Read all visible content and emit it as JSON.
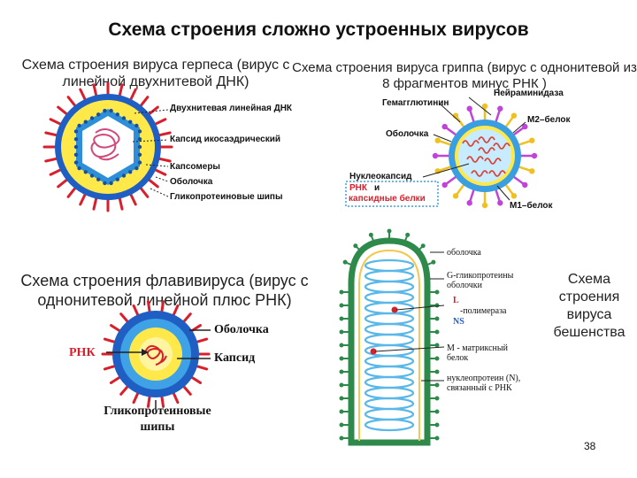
{
  "slide": {
    "title": "Схема строения сложно устроенных вирусов",
    "page_number": "38"
  },
  "herpes": {
    "caption": "Схема строения вируса герпеса (вирус с линейной двухнитевой ДНК)",
    "labels": {
      "dna": "Двухнитевая линейная ДНК",
      "capsid": "Капсид икосаэдрический",
      "capsomeres": "Капсомеры",
      "envelope": "Оболочка",
      "spikes": "Гликопротеиновые шипы"
    },
    "colors": {
      "envelope": "#1f5fc4",
      "matrix": "#ffe94a",
      "capsid": "#2e8fd8",
      "core": "#ffffff",
      "dna": "#d04a7c",
      "spikes": "#d81f2b"
    }
  },
  "influenza": {
    "caption": "Схема строения вируса гриппа (вирус с однонитевой из 8 фрагментов минус РНК )",
    "labels": {
      "neuraminidase": "Нейраминидаза",
      "hemagglutinin": "Гемагглютинин",
      "envelope": "Оболочка",
      "m2": "М2–белок",
      "nucleocapsid": "Нуклеокапсид",
      "rna_proteins_a": "РНК",
      "rna_proteins_b": "и",
      "rna_proteins_c": "капсидные белки",
      "m1": "М1–белок"
    },
    "colors": {
      "envelope": "#3a9fe0",
      "ring": "#ffe94a",
      "inner": "#c8ecff",
      "spike_a": "#c044d8",
      "spike_b": "#f0c020",
      "rna": "#d8463a"
    }
  },
  "flavivirus": {
    "caption": "Схема строения флавивируса (вирус с однонитевой линейной плюс РНК)",
    "labels": {
      "envelope": "Оболочка",
      "rna": "РНК",
      "capsid": "Капсид",
      "spikes": "Гликопротеиновые шипы"
    },
    "colors": {
      "envelope": "#1f5fc4",
      "capsid": "#ffe94a",
      "rna": "#d81f2b",
      "spikes": "#d81f2b"
    }
  },
  "rabies": {
    "caption": "Схема строения вируса бешенства",
    "labels": {
      "envelope": "оболочка",
      "g_proteins": "G-гликопротеины оболочки",
      "l": "L",
      "polymerase": "-полимераза",
      "ns": "NS",
      "matrix": "М - матриксный белок",
      "nucleoprotein": "нуклеопротеин (N), связанный с РНК"
    },
    "colors": {
      "envelope": "#2d8a4a",
      "coil": "#5ab8e8",
      "polymerase": "#d81f2b"
    }
  }
}
